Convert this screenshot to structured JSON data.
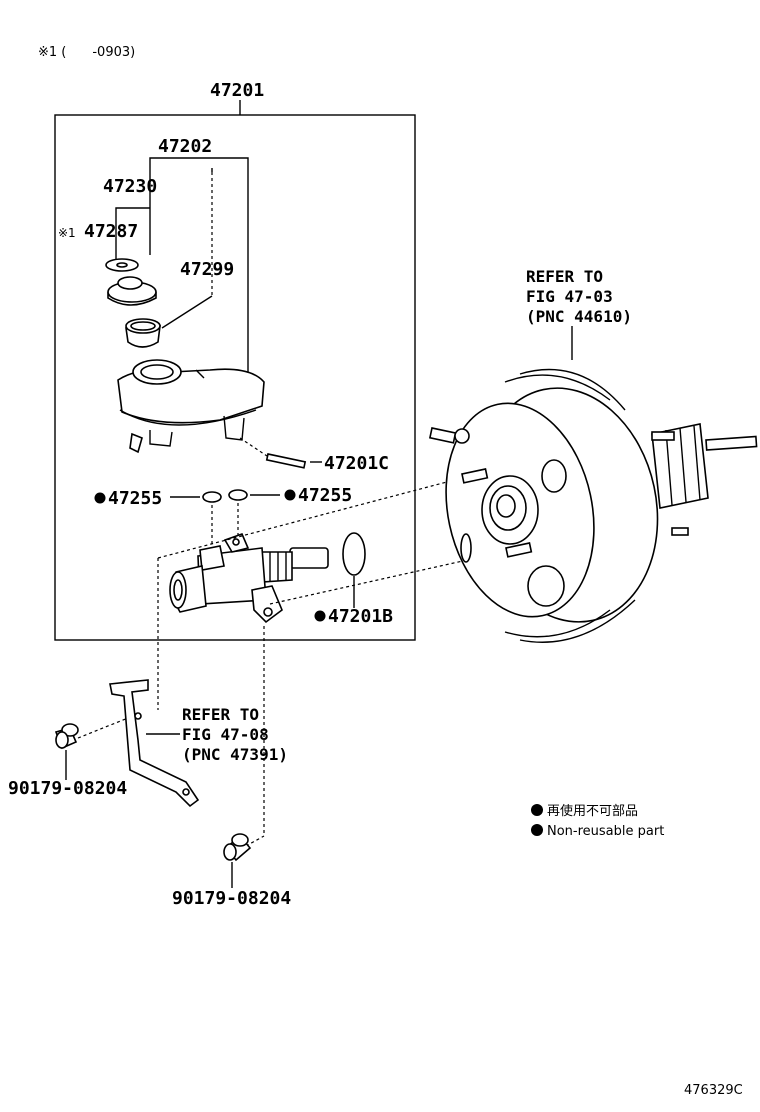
{
  "header_note": "※1 (  -0903)",
  "parts": {
    "assembly": "47201",
    "reservoir": "47202",
    "cap_assy": "47230",
    "cap_plate_mark": "※1",
    "cap_plate": "47287",
    "strainer": "47299",
    "pin": "47201C",
    "grommet_left": "47255",
    "grommet_right": "47255",
    "oring": "47201B",
    "nut_left": "90179-08204",
    "nut_bottom": "90179-08204"
  },
  "references": {
    "booster": [
      "REFER TO",
      "FIG 47-03",
      "(PNC 44610)"
    ],
    "bracket": [
      "REFER TO",
      "FIG 47-08",
      "(PNC 47391)"
    ]
  },
  "legend": {
    "jp": "再使用不可部品",
    "en": "Non-reusable part"
  },
  "figure_id": "476329C"
}
